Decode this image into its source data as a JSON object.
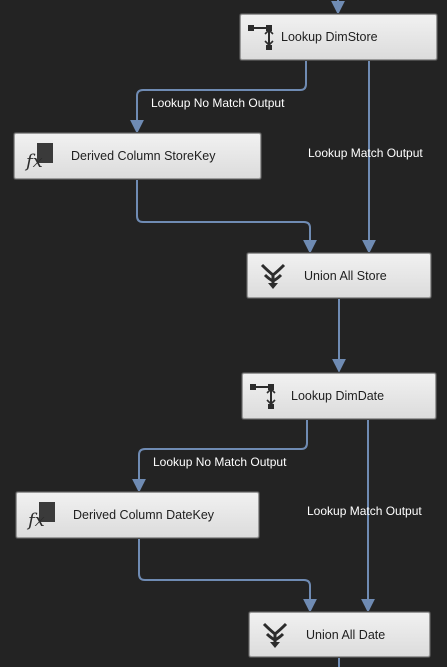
{
  "theme": {
    "canvas_background": "#232323",
    "connector_color": "#6f8bb3",
    "node_background": "#e6e6e6",
    "node_text": "#1e1e1e",
    "edge_label_text": "#ffffff"
  },
  "nodes": {
    "lookup_dimstore": {
      "label": "Lookup DimStore",
      "icon": "lookup-icon"
    },
    "derived_storekey": {
      "label": "Derived Column StoreKey",
      "icon": "derived-column-icon"
    },
    "union_store": {
      "label": "Union All Store",
      "icon": "union-all-icon"
    },
    "lookup_dimdate": {
      "label": "Lookup DimDate",
      "icon": "lookup-icon"
    },
    "derived_datekey": {
      "label": "Derived Column DateKey",
      "icon": "derived-column-icon"
    },
    "union_date": {
      "label": "Union All Date",
      "icon": "union-all-icon"
    }
  },
  "edges": {
    "store_no_match": "Lookup No Match Output",
    "store_match": "Lookup Match Output",
    "date_no_match": "Lookup No Match Output",
    "date_match": "Lookup Match Output"
  }
}
